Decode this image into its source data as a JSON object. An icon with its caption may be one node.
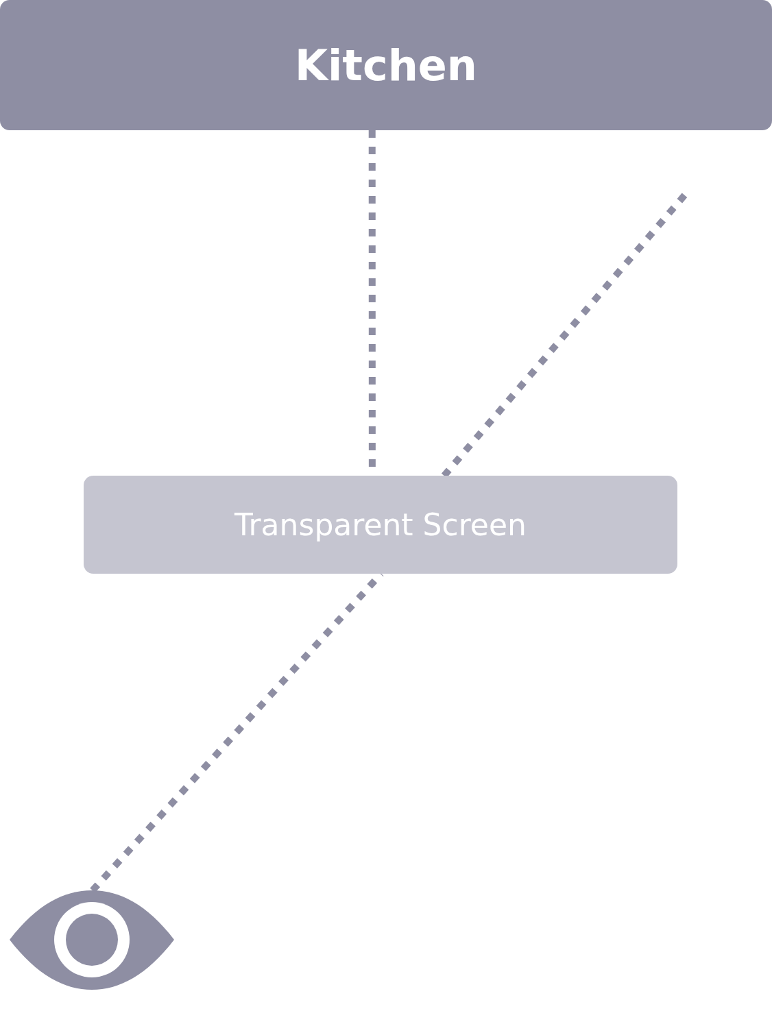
{
  "diagram": {
    "nodes": [
      {
        "text": [
          "Kitchen"
        ]
      },
      {
        "text": [
          "Transparent Screen"
        ]
      },
      {
        "text": [],
        "shape": "eye"
      }
    ],
    "edges": [
      {
        "from": 0,
        "to": 1,
        "arrow": "none",
        "style": "dashed"
      },
      {
        "from": 1,
        "to": null,
        "arrow": "none",
        "style": "dashed"
      },
      {
        "from": 2,
        "to": 1,
        "arrow": "none",
        "style": "dashed"
      }
    ]
  }
}
